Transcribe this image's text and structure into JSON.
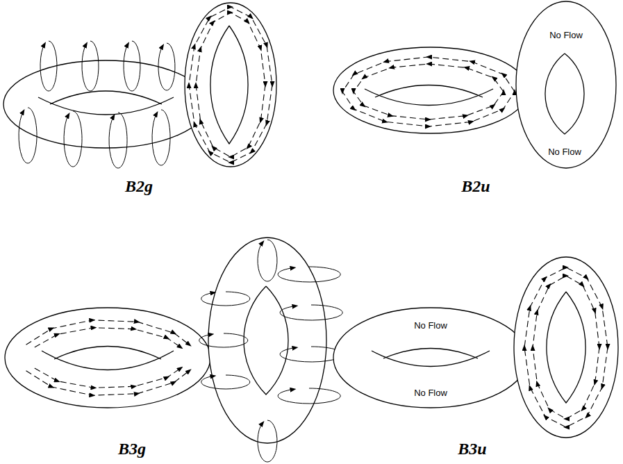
{
  "diagram": {
    "labels": [
      "No Flow",
      "No Flow",
      "B2g",
      "B2u",
      "No Flow",
      "No Flow",
      "B3g",
      "B3u"
    ]
  }
}
